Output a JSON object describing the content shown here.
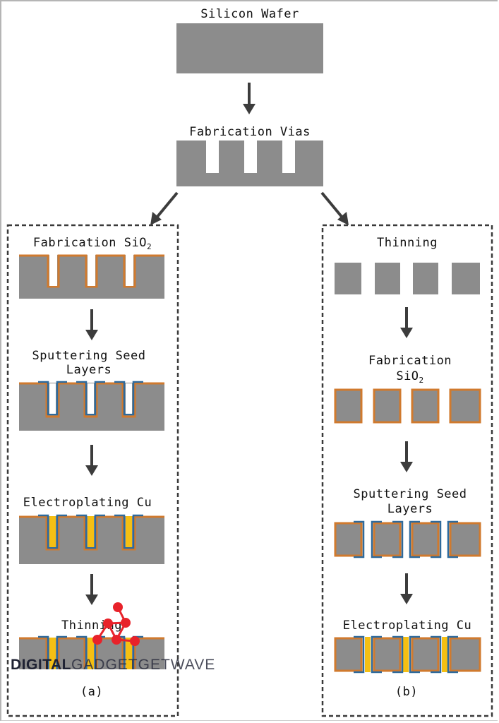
{
  "colors": {
    "silicon": "#8c8c8c",
    "sio2": "#d07a2e",
    "seed": "#2e6a9c",
    "copper": "#f5bf13",
    "arrow": "#3c3c3c",
    "dash": "#3a3a3a",
    "logo_red": "#e8222a"
  },
  "top": {
    "step1_label": "Silicon Wafer",
    "step2_label": "Fabrication Vias"
  },
  "left_panel": {
    "caption": "(a)",
    "steps": [
      {
        "label": "Fabrication SiO",
        "sub": "2"
      },
      {
        "label_line1": "Sputtering Seed",
        "label_line2": "Layers"
      },
      {
        "label": "Electroplating Cu"
      },
      {
        "label": "Thinning"
      }
    ]
  },
  "right_panel": {
    "caption": "(b)",
    "steps": [
      {
        "label": "Thinning"
      },
      {
        "label_line1": "Fabrication",
        "label_line2": "SiO",
        "sub": "2"
      },
      {
        "label_line1": "Sputtering Seed",
        "label_line2": "Layers"
      },
      {
        "label": "Electroplating Cu"
      }
    ]
  },
  "watermark": {
    "bold": "DIGITAL",
    "light": "GADGETGETWAVE"
  }
}
